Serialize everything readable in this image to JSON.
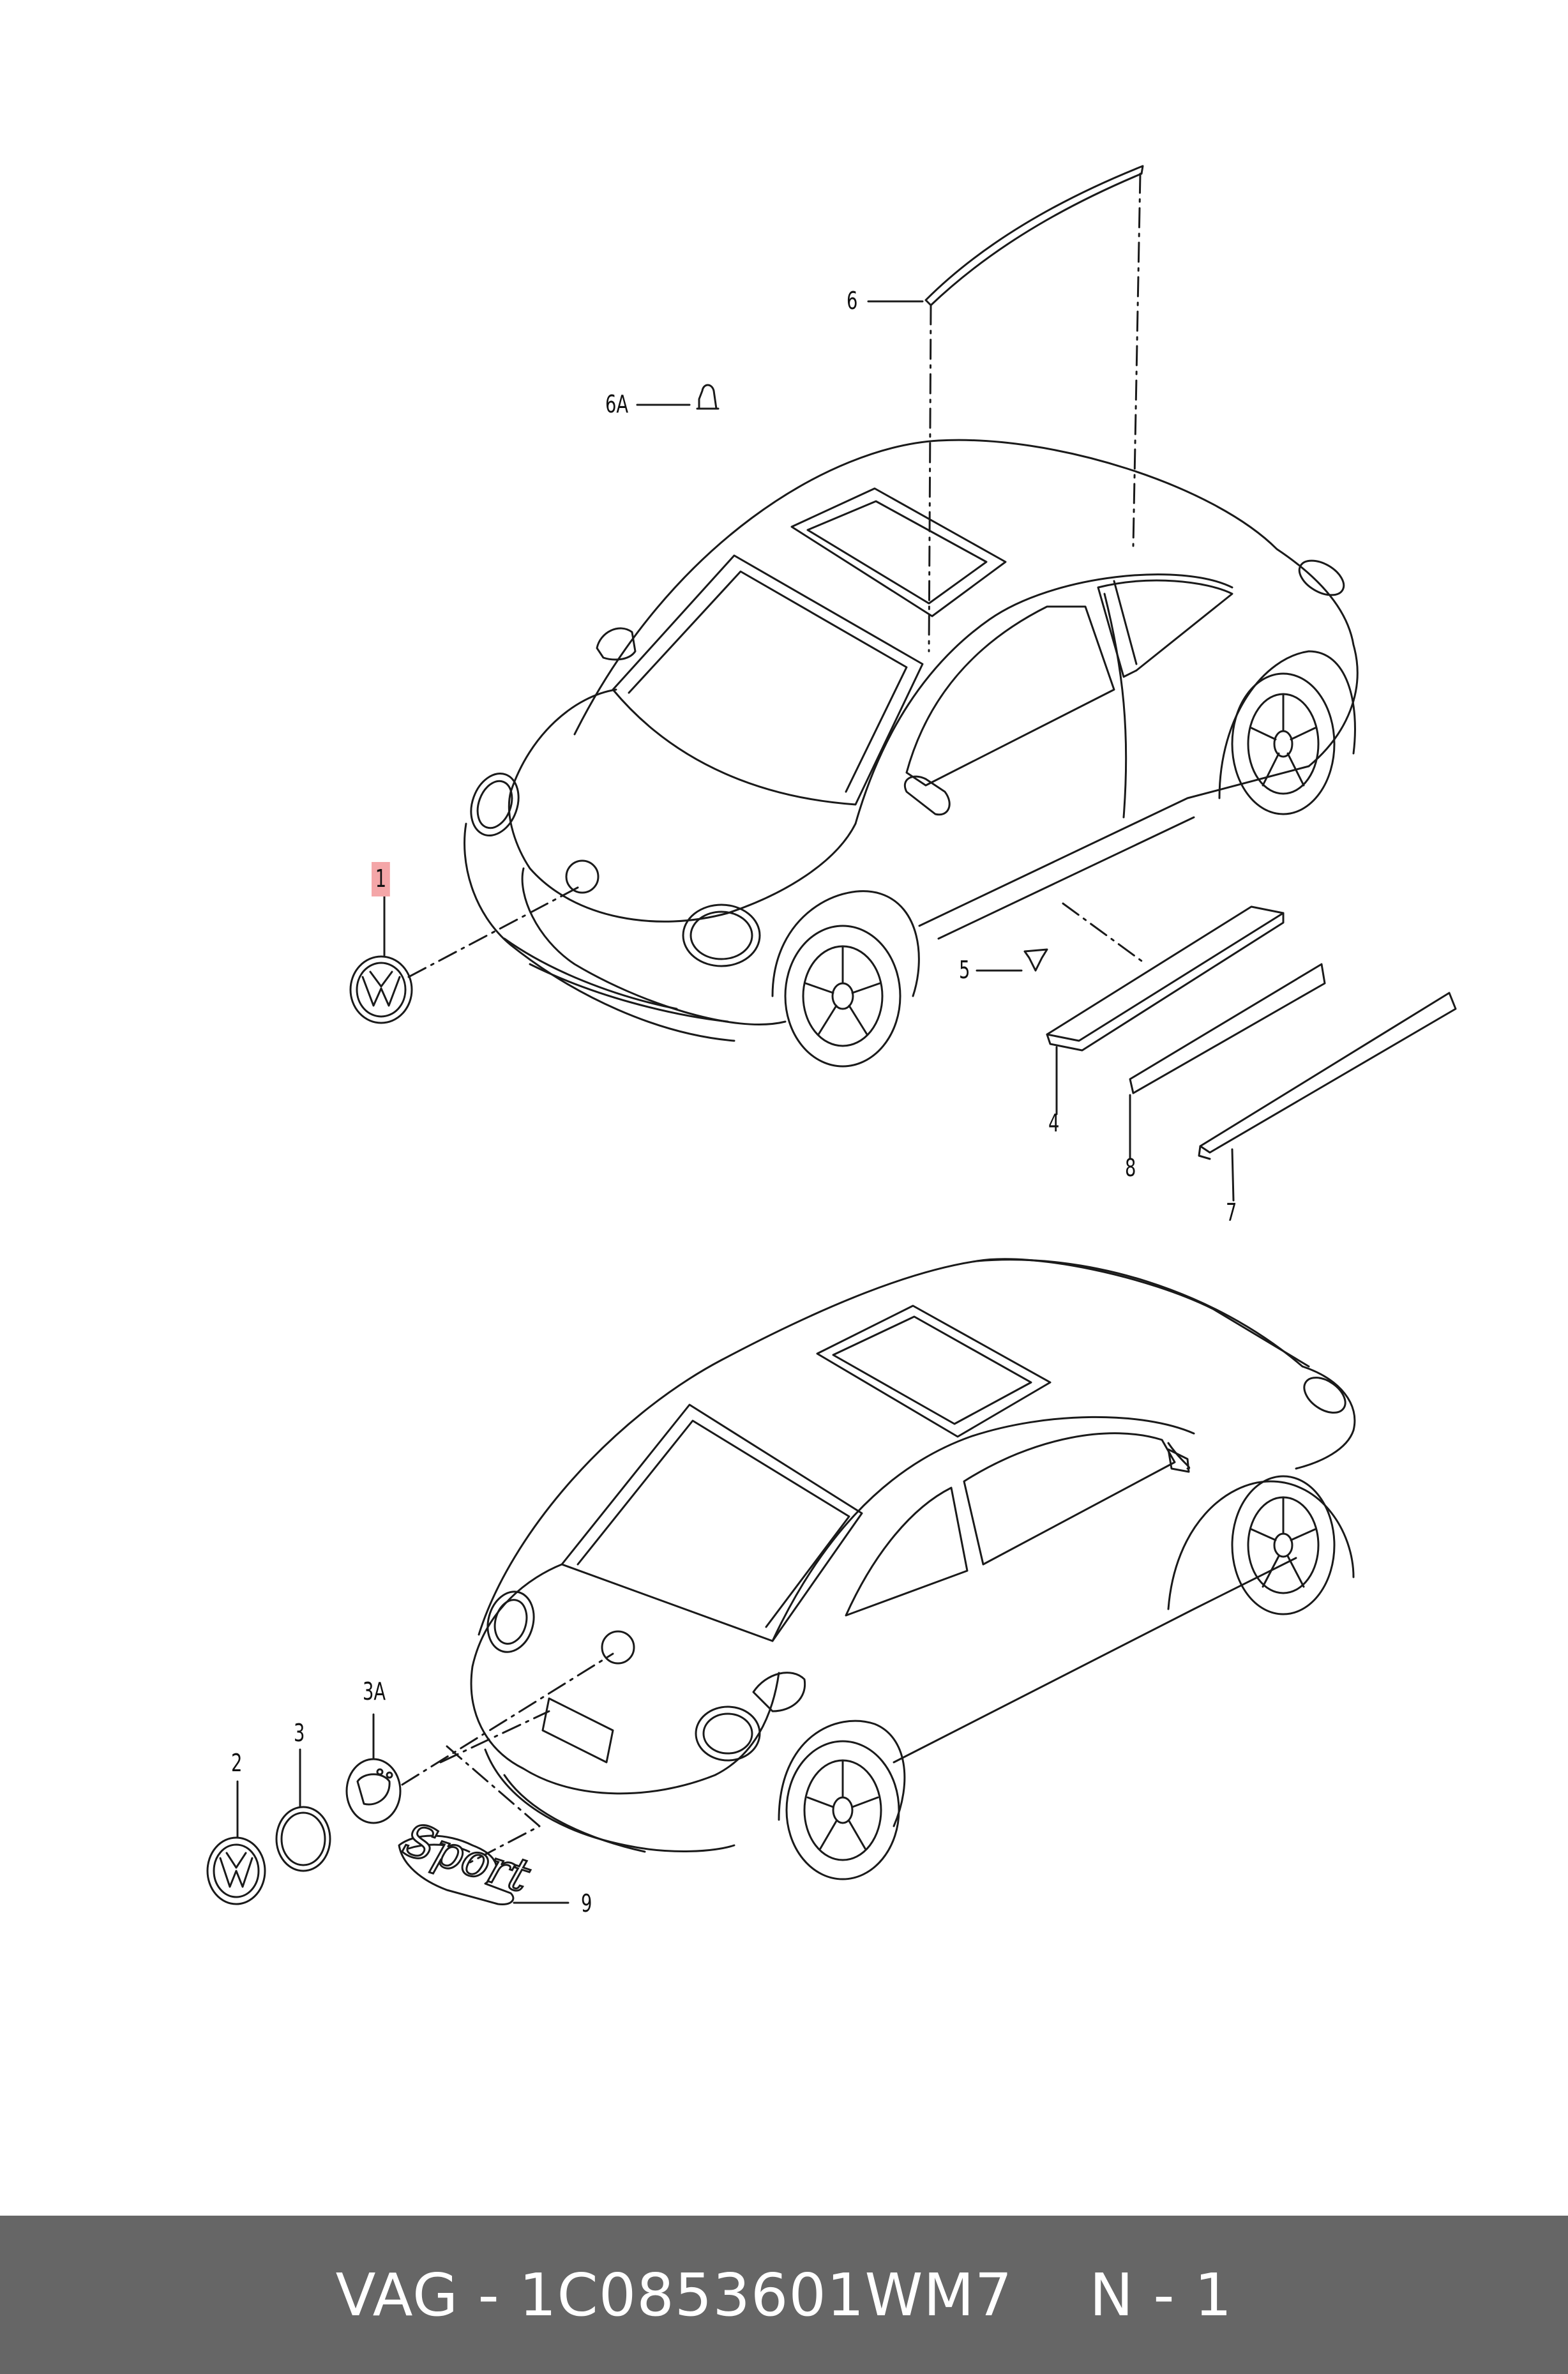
{
  "colors": {
    "footer_bg": "#666666",
    "highlight": "#f4a6a8",
    "line": "#1a1a1a"
  },
  "callouts": [
    {
      "id": "1",
      "label": "1",
      "highlighted": true
    },
    {
      "id": "2",
      "label": "2"
    },
    {
      "id": "3",
      "label": "3"
    },
    {
      "id": "3A",
      "label": "3A"
    },
    {
      "id": "4",
      "label": "4"
    },
    {
      "id": "5",
      "label": "5"
    },
    {
      "id": "6",
      "label": "6"
    },
    {
      "id": "6A",
      "label": "6A"
    },
    {
      "id": "7",
      "label": "7"
    },
    {
      "id": "8",
      "label": "8"
    },
    {
      "id": "9",
      "label": "9"
    }
  ],
  "footer": {
    "part_number": "VAG - 1C0853601WM7",
    "page": "N - 1"
  },
  "emblem_text": "Sport"
}
